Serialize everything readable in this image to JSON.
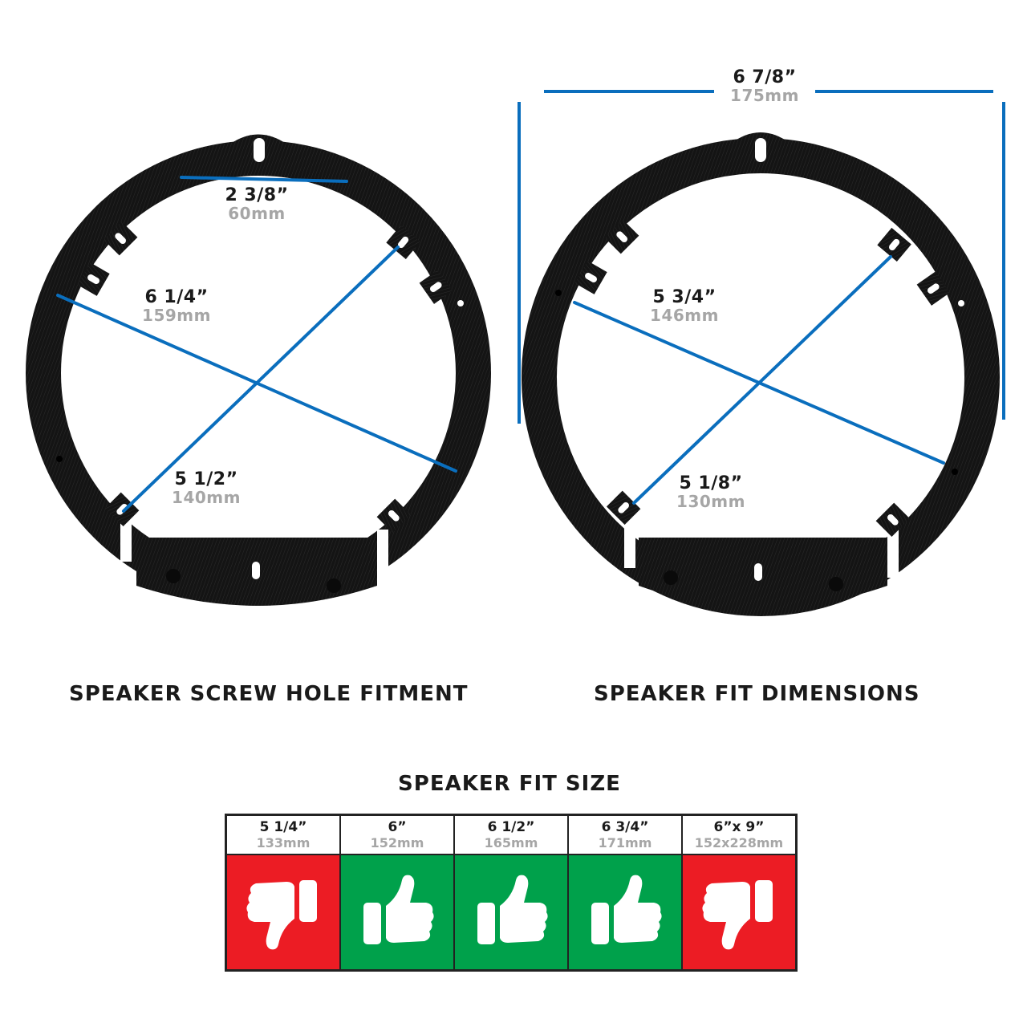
{
  "colors": {
    "measure_line": "#0a6ebd",
    "ring": "#141414",
    "fit_yes": "#00a14b",
    "fit_no": "#ec1c24",
    "imperial_text": "#1a1a1a",
    "metric_text": "#a6a6a6"
  },
  "left_panel": {
    "caption": "SPEAKER SCREW HOLE FITMENT",
    "measurements": [
      {
        "imperial": "2 3/8”",
        "metric": "60mm"
      },
      {
        "imperial": "6 1/4”",
        "metric": "159mm"
      },
      {
        "imperial": "5 1/2”",
        "metric": "140mm"
      }
    ]
  },
  "right_panel": {
    "caption": "SPEAKER FIT DIMENSIONS",
    "measurements": [
      {
        "imperial": "6 7/8”",
        "metric": "175mm"
      },
      {
        "imperial": "5 3/4”",
        "metric": "146mm"
      },
      {
        "imperial": "5 1/8”",
        "metric": "130mm"
      }
    ]
  },
  "fit_table": {
    "title": "SPEAKER FIT SIZE",
    "columns": [
      {
        "imperial": "5 1/4”",
        "metric": "133mm",
        "fits": false,
        "icon": "thumbs-down-icon"
      },
      {
        "imperial": "6”",
        "metric": "152mm",
        "fits": true,
        "icon": "thumbs-up-icon"
      },
      {
        "imperial": "6 1/2”",
        "metric": "165mm",
        "fits": true,
        "icon": "thumbs-up-icon"
      },
      {
        "imperial": "6 3/4”",
        "metric": "171mm",
        "fits": true,
        "icon": "thumbs-up-icon"
      },
      {
        "imperial": "6”x 9”",
        "metric": "152x228mm",
        "fits": false,
        "icon": "thumbs-down-icon"
      }
    ]
  }
}
